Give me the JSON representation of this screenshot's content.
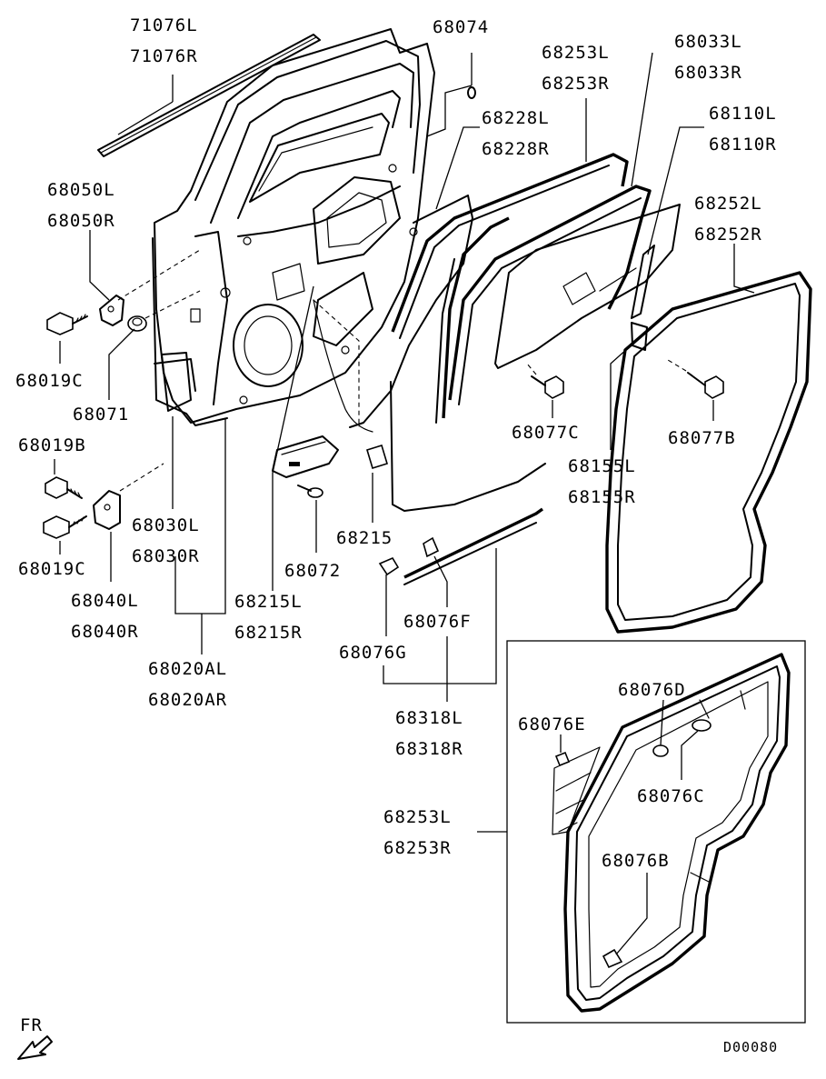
{
  "diagram_code": "D00080",
  "direction_label": "FR",
  "labels": {
    "p71076": [
      "71076L",
      "71076R"
    ],
    "p68074": "68074",
    "p68253_top": [
      "68253L",
      "68253R"
    ],
    "p68033": [
      "68033L",
      "68033R"
    ],
    "p68228": [
      "68228L",
      "68228R"
    ],
    "p68110": [
      "68110L",
      "68110R"
    ],
    "p68050": [
      "68050L",
      "68050R"
    ],
    "p68252": [
      "68252L",
      "68252R"
    ],
    "p68019C_a": "68019C",
    "p68071": "68071",
    "p68019B": "68019B",
    "p68077C": "68077C",
    "p68077B": "68077B",
    "p68155": [
      "68155L",
      "68155R"
    ],
    "p68030": [
      "68030L",
      "68030R"
    ],
    "p68215_single": "68215",
    "p68019C_b": "68019C",
    "p68072": "68072",
    "p68040": [
      "68040L",
      "68040R"
    ],
    "p68215": [
      "68215L",
      "68215R"
    ],
    "p68076F": "68076F",
    "p68076G": "68076G",
    "p68020A": [
      "68020AL",
      "68020AR"
    ],
    "p68318": [
      "68318L",
      "68318R"
    ],
    "p68076D": "68076D",
    "p68076E": "68076E",
    "p68076C": "68076C",
    "p68253_bottom": [
      "68253L",
      "68253R"
    ],
    "p68076B": "68076B"
  }
}
